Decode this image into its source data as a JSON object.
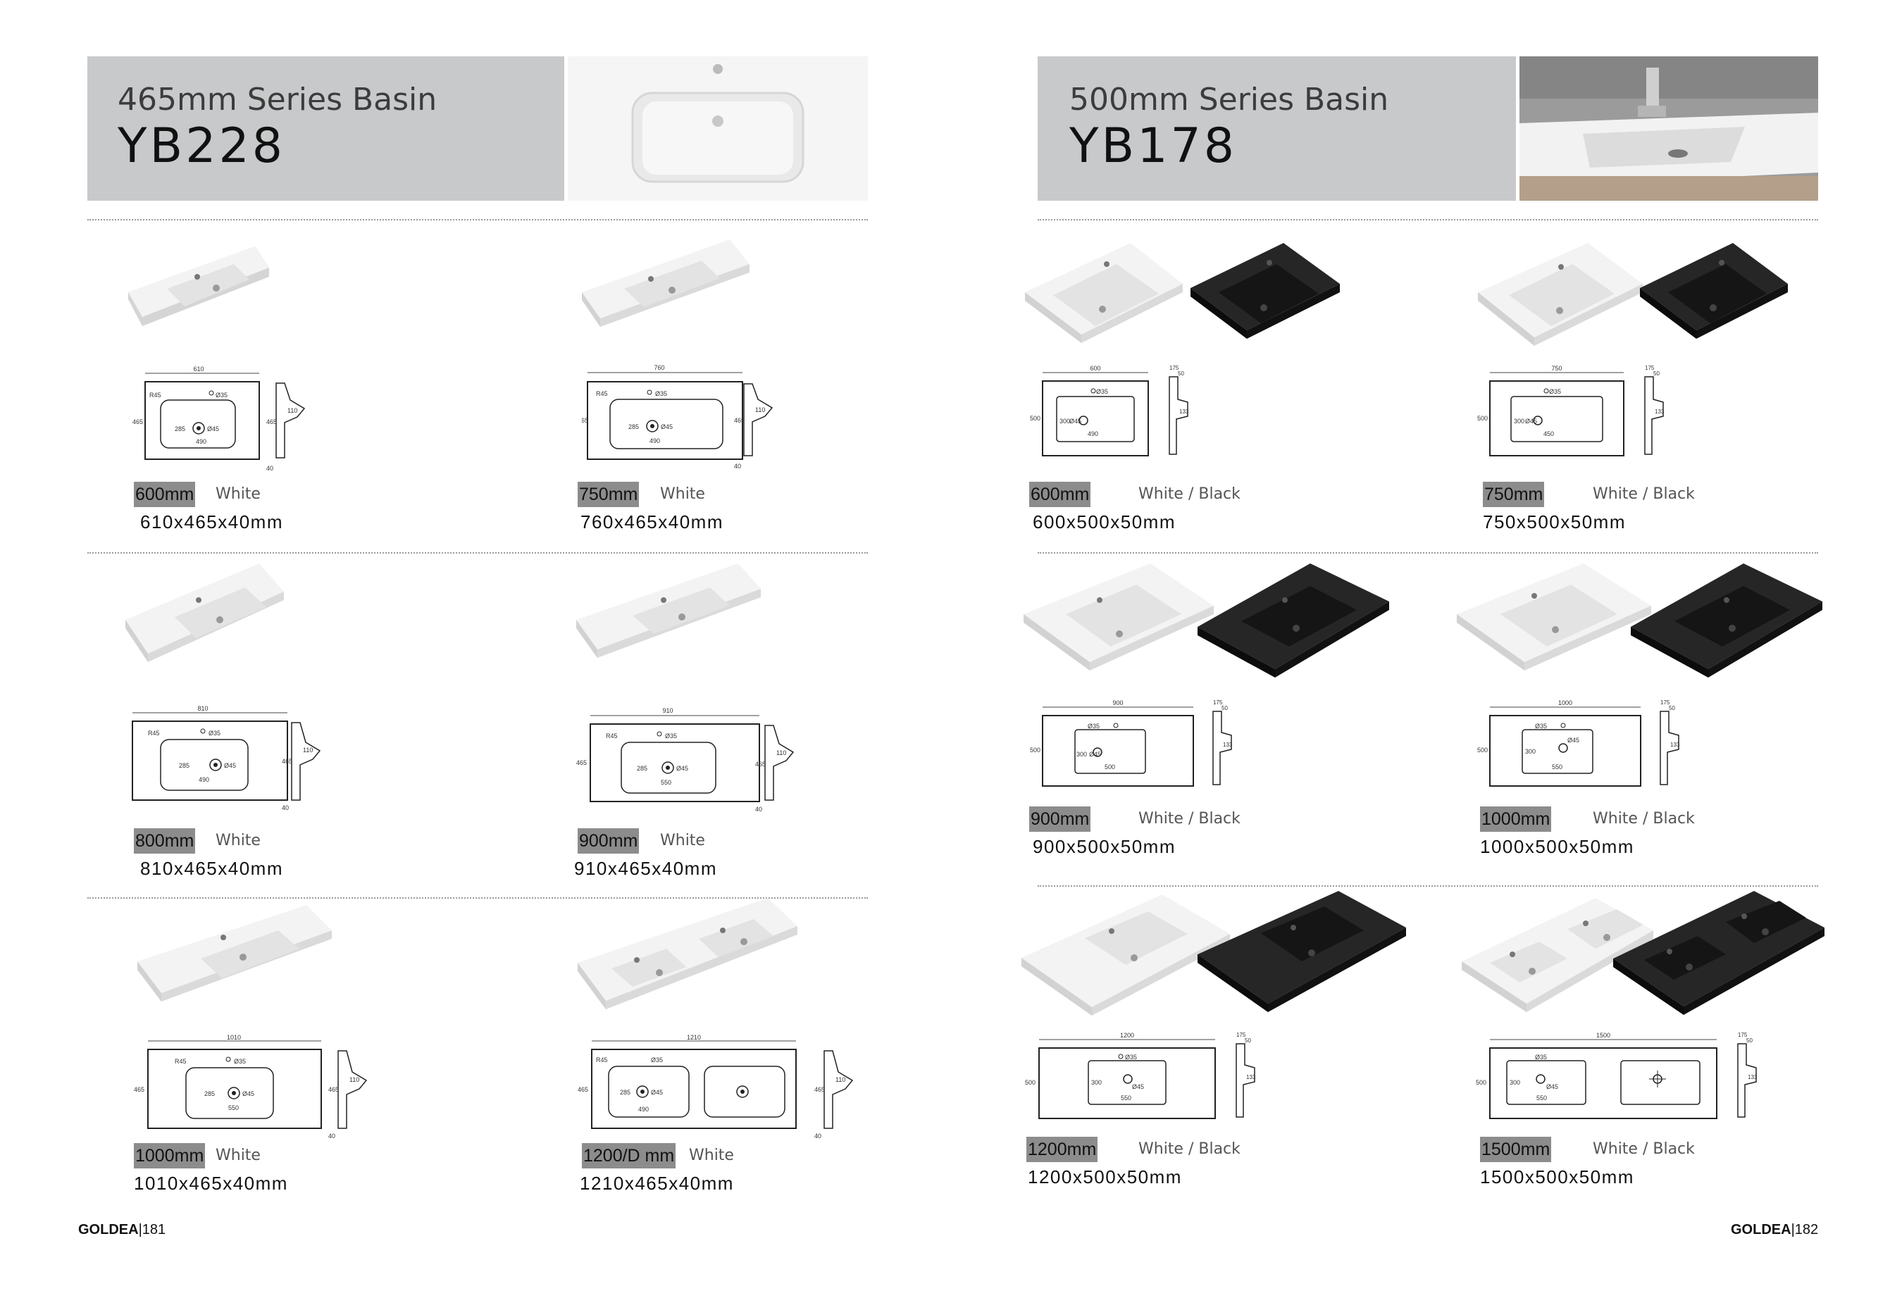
{
  "left": {
    "series": "465mm Series Basin",
    "model": "YB228",
    "items": [
      {
        "size": "600mm",
        "color": "White",
        "dims": "610x465x40mm"
      },
      {
        "size": "750mm",
        "color": "White",
        "dims": "760x465x40mm"
      },
      {
        "size": "800mm",
        "color": "White",
        "dims": "810x465x40mm"
      },
      {
        "size": "900mm",
        "color": "White",
        "dims": "910x465x40mm"
      },
      {
        "size": "1000mm",
        "color": "White",
        "dims": "1010x465x40mm"
      },
      {
        "size": "1200/D mm",
        "color": "White",
        "dims": "1210x465x40mm"
      }
    ],
    "footer": {
      "brand": "GOLDEA",
      "page": "181"
    }
  },
  "right": {
    "series": "500mm Series Basin",
    "model": "YB178",
    "items": [
      {
        "size": "600mm",
        "color": "White / Black",
        "dims": "600x500x50mm"
      },
      {
        "size": "750mm",
        "color": "White / Black",
        "dims": "750x500x50mm"
      },
      {
        "size": "900mm",
        "color": "White / Black",
        "dims": "900x500x50mm"
      },
      {
        "size": "1000mm",
        "color": "White / Black",
        "dims": "1000x500x50mm"
      },
      {
        "size": "1200mm",
        "color": "White / Black",
        "dims": "1200x500x50mm"
      },
      {
        "size": "1500mm",
        "color": "White / Black",
        "dims": "1500x500x50mm"
      }
    ],
    "footer": {
      "brand": "GOLDEA",
      "page": "182"
    }
  },
  "drawing_labels": {
    "l1": {
      "width": "610",
      "depth": "465",
      "radius": "R45",
      "tap": "Ø35",
      "drain": "Ø45",
      "inner_w": "490",
      "inner_d": "285",
      "side_h": "110",
      "side_d": "465",
      "side_t": "40"
    },
    "l2": {
      "width": "760",
      "depth": "465",
      "radius": "R45",
      "tap": "Ø35",
      "drain": "Ø45",
      "inner_w": "490",
      "inner_d": "285",
      "side_h": "110",
      "side_d": "465",
      "side_t": "40"
    },
    "l3": {
      "width": "810",
      "depth": "465",
      "radius": "R45",
      "tap": "Ø35",
      "drain": "Ø45",
      "inner_w": "490",
      "inner_d": "285",
      "side_h": "110",
      "side_d": "465",
      "side_t": "40"
    },
    "l4": {
      "width": "910",
      "depth": "465",
      "radius": "R45",
      "tap": "Ø35",
      "drain": "Ø45",
      "inner_w": "550",
      "inner_d": "285",
      "side_h": "110",
      "side_d": "465",
      "side_t": "40"
    },
    "l5": {
      "width": "1010",
      "depth": "465",
      "radius": "R45",
      "tap": "Ø35",
      "drain": "Ø45",
      "inner_w": "550",
      "inner_d": "285",
      "side_h": "110",
      "side_d": "465",
      "side_t": "40"
    },
    "l6": {
      "width": "1210",
      "depth": "465",
      "radius": "R45",
      "tap": "Ø35",
      "drain": "Ø45",
      "inner_w": "490",
      "inner_d": "285",
      "side_h": "110",
      "side_d": "465",
      "side_t": "40"
    },
    "r1": {
      "width": "600",
      "depth": "500",
      "tap": "Ø35",
      "drain": "Ø45",
      "inner_w": "490",
      "inner_d": "300",
      "side_a": "175",
      "side_b": "50",
      "side_h": "133"
    },
    "r2": {
      "width": "750",
      "depth": "500",
      "tap": "Ø35",
      "drain": "Ø45",
      "inner_w": "450",
      "inner_d": "300",
      "side_a": "175",
      "side_b": "50",
      "side_h": "133"
    },
    "r3": {
      "width": "900",
      "depth": "500",
      "tap": "Ø35",
      "drain": "Ø45",
      "inner_w": "500",
      "inner_d": "300",
      "side_a": "175",
      "side_b": "50",
      "side_h": "133"
    },
    "r4": {
      "width": "1000",
      "depth": "500",
      "tap": "Ø35",
      "drain": "Ø45",
      "inner_w": "550",
      "inner_d": "300",
      "side_a": "175",
      "side_b": "50",
      "side_h": "133"
    },
    "r5": {
      "width": "1200",
      "depth": "500",
      "tap": "Ø35",
      "drain": "Ø45",
      "inner_w": "550",
      "inner_d": "300",
      "side_a": "175",
      "side_b": "50",
      "side_h": "133"
    },
    "r6": {
      "width": "1500",
      "depth": "500",
      "tap": "Ø35",
      "drain": "Ø45",
      "inner_w": "550",
      "inner_d": "300",
      "side_a": "175",
      "side_b": "50",
      "side_h": "133"
    }
  },
  "colors": {
    "header_bg": "#c8c9cb",
    "badge_bg": "#8c8c8c",
    "dotted_line": "#9a9a9a",
    "basin_white": "#f2f2f2",
    "basin_black": "#151515"
  }
}
